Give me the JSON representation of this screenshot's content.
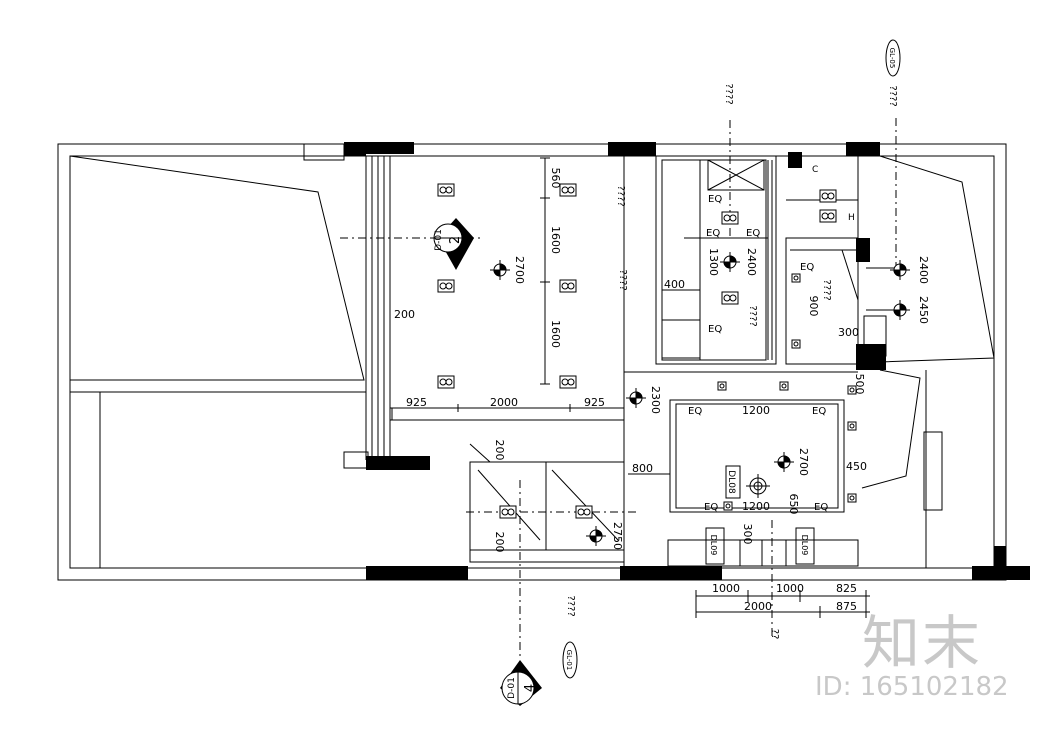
{
  "title": "",
  "dims": {
    "d560": "560",
    "d1600a": "1600",
    "d1600b": "1600",
    "d2700a": "2700",
    "d200a": "200",
    "d925a": "925",
    "d2000a": "2000",
    "d925b": "925",
    "d400": "400",
    "d1300": "1300",
    "d2400a": "2400",
    "d900": "900",
    "d300a": "300",
    "d2400b": "2400",
    "d2450": "2450",
    "d500": "500",
    "d2300": "2300",
    "d1200a": "1200",
    "d1200b": "1200",
    "d800": "800",
    "d2700b": "2700",
    "d450": "450",
    "d650": "650",
    "d300b": "300",
    "d200b": "200",
    "d200c": "200",
    "d2750": "2750",
    "d1000a": "1000",
    "d1000b": "1000",
    "d825": "825",
    "d2000b": "2000",
    "d875": "875",
    "eq": "EQ"
  },
  "notes": {
    "q1": "????",
    "q2": "????",
    "q3": "????",
    "q4": "????",
    "q5": "????",
    "q6": "????",
    "q7": "????",
    "q8": "??"
  },
  "tags": {
    "dl08": "DL08",
    "dl09a": "DL09",
    "dl09b": "DL09",
    "c": "C",
    "h": "H"
  },
  "callouts": {
    "elev2": {
      "num": "2",
      "ref": "D-01"
    },
    "elev4": {
      "num": "4",
      "ref": "D-01"
    },
    "gl_top": "GL-05",
    "gl_bottom": "GL-01"
  },
  "watermark": {
    "brand": "知末",
    "id": "ID: 165102182"
  }
}
